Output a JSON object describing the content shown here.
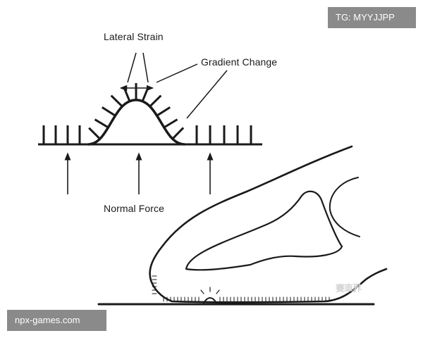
{
  "labels": {
    "lateral_strain": "Lateral Strain",
    "gradient_change": "Gradient Change",
    "normal_force": "Normal Force"
  },
  "overlays": {
    "telegram_badge": "TG: MYYJJPP",
    "site_badge": "npx-games.com",
    "corner_watermark": "賽車界"
  },
  "colors": {
    "ink": "#1a1a1a",
    "badge_background": "#8a8a8a",
    "badge_text": "#ffffff",
    "page_background": "#ffffff"
  },
  "icons": {
    "force_arrow": "up-arrow-icon"
  }
}
